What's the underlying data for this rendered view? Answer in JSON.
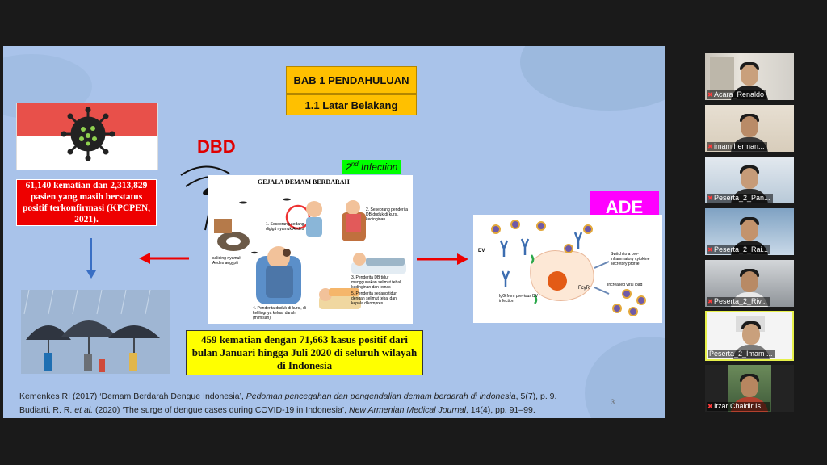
{
  "slide": {
    "title_bab": "BAB 1 PENDAHULUAN",
    "title_section": "1.1 Latar Belakang",
    "dbd_label": "DBD",
    "second_infection_sup": "nd",
    "second_infection_num": "2",
    "second_infection_text": " Infection",
    "ade_label": "ADE",
    "indonesia_stat": "61,140 kematian dan 2,313,829 pasien yang masih berstatus positif terkonfirmasi (KPCPEN, 2021).",
    "dengue_stat": "459 kematian dengan 71,663 kasus positif dari bulan Januari hingga Juli 2020 di seluruh wilayah di Indonesia",
    "symptoms_title": "GEJALA DEMAM BERDARAH",
    "symptoms": [
      "1. Seseorang sedang digigit nyamuk Aedes",
      "2. Seseorang penderita DB duduk di kursi, kedinginan",
      "3. Penderita DB tidur menggunakan selimut tebal, kedinginan dan lemas",
      "4. Penderita duduk di kursi, di kelilingnya keluar darah (mimisan)",
      "5. Penderita sedang tidur dengan selimut tebal dan kepala dikompres",
      "saliding nyamuk Aedes aegypti"
    ],
    "ade_labels": {
      "dv": "DV",
      "fcyr": "FcγR",
      "igg": "IgG from previous DV infection",
      "switch": "Switch to a pro-inflammatory cytokine secretory profile",
      "viral": "Increased viral load"
    },
    "page_number": "3",
    "refs": [
      {
        "a": "Kemenkes RI (2017) ‘Demam Berdarah Dengue Indonesia’, ",
        "b": "Pedoman pencegahan dan pengendalian demam berdarah di indonesia",
        "c": ", 5(7), p. 9."
      },
      {
        "a": "Budiarti, R. R. ",
        "b": "et al.",
        "c": " (2020) ‘The surge of dengue cases during COVID-19 in Indonesia’, ",
        "d": "New Armenian Medical Journal",
        "e": ", 14(4), pp. 91–99."
      }
    ]
  },
  "participants": [
    {
      "name": "Acara_Renaldo"
    },
    {
      "name": "imam herman..."
    },
    {
      "name": "Peserta_2_Pan..."
    },
    {
      "name": "Peserta_2_Rai..."
    },
    {
      "name": "Peserta_2_Riv..."
    },
    {
      "name": "Peserta_2_Imam ..."
    },
    {
      "name": "Itzar Chaidir Is..."
    }
  ],
  "colors": {
    "slide_bg": "#a9c3ea",
    "title_bg": "#ffc000",
    "red_box": "#ee0000",
    "yellow_box": "#ffff00",
    "ade_bg": "#ff00ff",
    "active_speaker": "#e6f04a"
  }
}
